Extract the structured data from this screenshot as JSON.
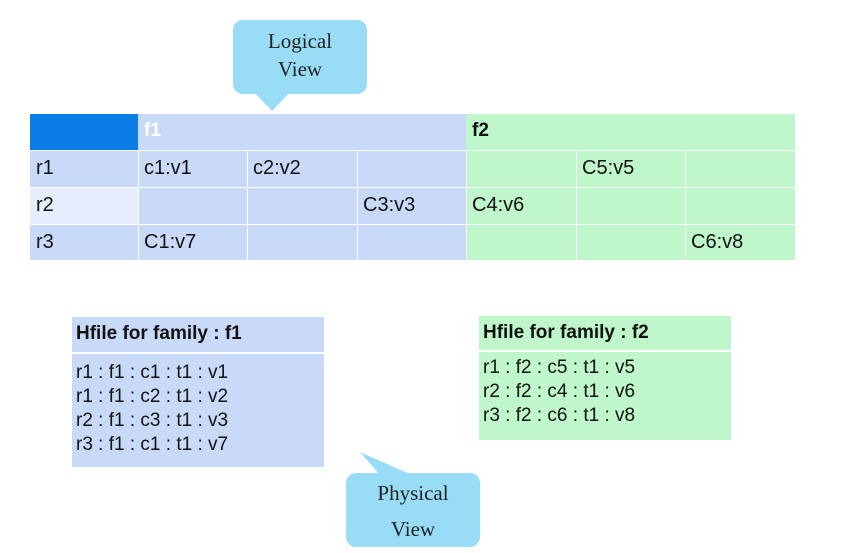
{
  "callouts": {
    "logical": {
      "line1": "Logical",
      "line2": "View"
    },
    "physical": {
      "line1": "Physical",
      "line2": "View"
    }
  },
  "logical_table": {
    "families": [
      "f1",
      "f2"
    ],
    "rows": [
      {
        "key": "r1",
        "cells": [
          "c1:v1",
          "c2:v2",
          "",
          "",
          "C5:v5",
          ""
        ]
      },
      {
        "key": "r2",
        "cells": [
          "",
          "",
          "C3:v3",
          "C4:v6",
          "",
          ""
        ]
      },
      {
        "key": "r3",
        "cells": [
          "C1:v7",
          "",
          "",
          "",
          "",
          "C6:v8"
        ]
      }
    ]
  },
  "hfiles": [
    {
      "title": "Hfile for family : f1",
      "entries": [
        "r1 : f1 : c1 : t1 : v1",
        "r1 : f1 : c2 : t1 : v2",
        "r2 : f1 : c3 : t1 : v3",
        "r3 : f1 : c1 : t1 : v7"
      ]
    },
    {
      "title": "Hfile for family : f2",
      "entries": [
        "r1 : f2 : c5 : t1 : v5",
        "r2 : f2 : c4 : t1 : v6",
        "r3 : f2 : c6 : t1 : v8"
      ]
    }
  ],
  "colors": {
    "callout": "#99dcf6",
    "family_f1": "#c9d9f8",
    "family_f2": "#bff7cb",
    "corner": "#0a7de6"
  }
}
